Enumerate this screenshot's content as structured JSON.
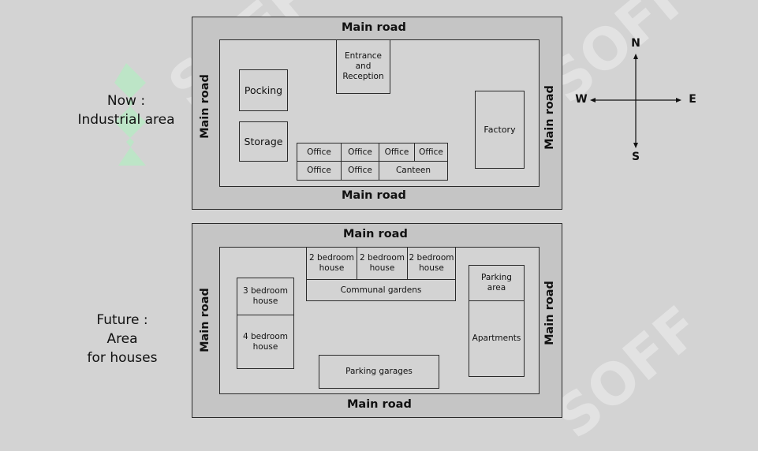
{
  "top_panel": {
    "label_line1": "Now :",
    "label_line2": "Industrial area",
    "road_top": "Main road",
    "road_bottom": "Main road",
    "road_left": "Main road",
    "road_right": "Main road",
    "entrance_line1": "Entrance",
    "entrance_line2": "and",
    "entrance_line3": "Reception",
    "packing": "Pocking",
    "storage": "Storage",
    "factory": "Factory",
    "office1": "Office",
    "office2": "Office",
    "office3": "Office",
    "office4": "Office",
    "office5": "Office",
    "office6": "Office",
    "canteen": "Canteen"
  },
  "bottom_panel": {
    "label_line1": "Future :",
    "label_line2": "Area",
    "label_line3": "for houses",
    "road_top": "Main road",
    "road_bottom": "Main road",
    "road_left": "Main road",
    "road_right": "Main road",
    "house3_line1": "3 bedroom",
    "house3_line2": "house",
    "house4_line1": "4 bedroom",
    "house4_line2": "house",
    "house2a_line1": "2 bedroom",
    "house2a_line2": "house",
    "house2b_line1": "2 bedroom",
    "house2b_line2": "house",
    "house2c_line1": "2 bedroom",
    "house2c_line2": "house",
    "communal_gardens": "Communal gardens",
    "parking_area_line1": "Parking",
    "parking_area_line2": "area",
    "apartments": "Apartments",
    "parking_garages": "Parking garages"
  },
  "compass": {
    "north": "N",
    "south": "S",
    "east": "E",
    "west": "W"
  },
  "watermark": {
    "text": "SOFF",
    "logo_color": "#b9e8c4"
  }
}
